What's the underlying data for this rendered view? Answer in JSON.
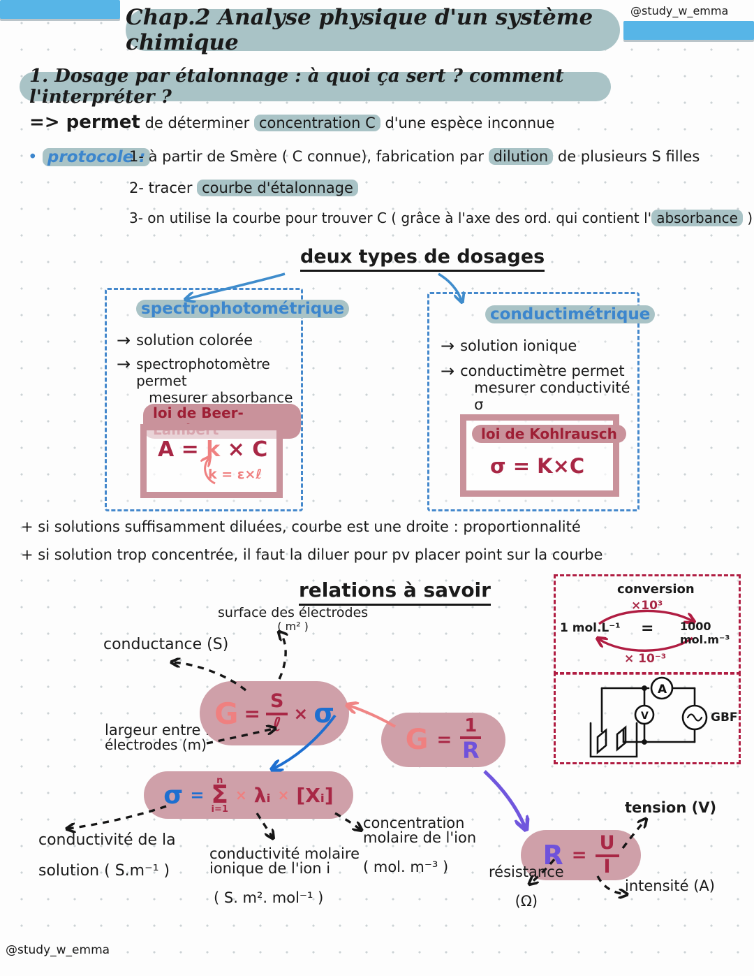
{
  "handle": "@study_w_emma",
  "header": {
    "title": "Chap.2 Analyse physique d'un système chimique"
  },
  "s1": {
    "heading": "1.   Dosage par étalonnage : à quoi ça sert ? comment l'interpréter ?"
  },
  "intro": {
    "lead": "=> permet",
    "mid": "de déterminer",
    "hl": "concentration C",
    "tail": "d'une espèce inconnue"
  },
  "protocole": {
    "bullet": "•",
    "label": "protocole :",
    "s1a": "1-  à partir  de Smère ( C connue), fabrication  par ",
    "s1hl": "dilution",
    "s1b": " de  plusieurs  S filles",
    "s2a": "2-  tracer ",
    "s2hl": "courbe d'étalonnage",
    "s3a": "3-  on  utilise  la courbe  pour  trouver  C  ( grâce à l'axe des ord. qui contient  l'",
    "s3hl": "absorbance",
    "s3b": " )"
  },
  "dosages": {
    "heading": "deux types de dosages"
  },
  "spectro": {
    "title": "spectrophotométrique",
    "arrow": "→",
    "b1": "solution  colorée",
    "b2a": "spectrophotomètre permet",
    "b2b": "mesurer absorbance  A",
    "law": "loi de Beer-Lambert",
    "fA": "A",
    "fEq": "=",
    "fK": "k",
    "fX": "×",
    "fC": "C",
    "note": "k = ε×ℓ"
  },
  "conducto": {
    "title": "conductimétrique",
    "arrow": "→",
    "b1": "solution  ionique",
    "b2a": "conductimètre permet",
    "b2b": "mesurer conductivité σ",
    "law": "loi de Kohlrausch",
    "fS": "σ",
    "fEq": "=",
    "fK": "K",
    "fX": "×",
    "fC": "C"
  },
  "notes": {
    "n1": "+ si solutions suffisamment diluées, courbe est une droite : proportionnalité",
    "n2": "+ si solution trop concentrée, il faut la diluer pour pv placer point sur la courbe"
  },
  "relations": {
    "heading": "relations à savoir"
  },
  "conversion": {
    "title": "conversion",
    "left": "1 mol.L⁻¹",
    "eq": "=",
    "right": "1000 mol.m⁻³",
    "up": "×10³",
    "down": "× 10⁻³"
  },
  "circuit": {
    "ammeter": "A",
    "voltmeter": "V",
    "label": "GBF"
  },
  "rel": {
    "conductance": "conductance (S)",
    "surface1": "surface des électrodes",
    "surface2": "( m² )",
    "largeur1": "largeur entre les",
    "largeur2": "électrodes (m)",
    "condSol1": "conductivité de la",
    "condSol2": "solution ( S.m⁻¹ )",
    "condMol1": "conductivité molaire",
    "condMol2": "ionique de l'ion i",
    "condMol3": "( S. m². mol⁻¹ )",
    "conc1": "concentration",
    "conc2": "molaire de l'ion",
    "conc3": "( mol. m⁻³ )",
    "resistance1": "résistance",
    "resistance2": "(Ω)",
    "tension": "tension (V)",
    "intensite": "intensité (A)",
    "gSigma": {
      "g": "G",
      "eq": "=",
      "num": "S",
      "den": "ℓ",
      "times": "×",
      "sigma": "σ"
    },
    "gR": {
      "g": "G",
      "eq": "=",
      "num": "1",
      "den": "R"
    },
    "sigmaSum": {
      "sigma": "σ",
      "eq": "=",
      "sup": "n",
      "sum": "Σ",
      "sub": "i=1",
      "t1": "×",
      "lam": "λᵢ",
      "t2": "×",
      "xi": "[Xᵢ]"
    },
    "rUI": {
      "r": "R",
      "eq": "=",
      "num": "U",
      "den": "I"
    }
  },
  "colors": {
    "teal": "#a9c3c6",
    "skyblue": "#57b5e7",
    "darkred": "#a82745",
    "mauve": "#c9929b",
    "salmon": "#ef8080",
    "purple": "#6f52db",
    "blue": "#1e6fd0"
  }
}
